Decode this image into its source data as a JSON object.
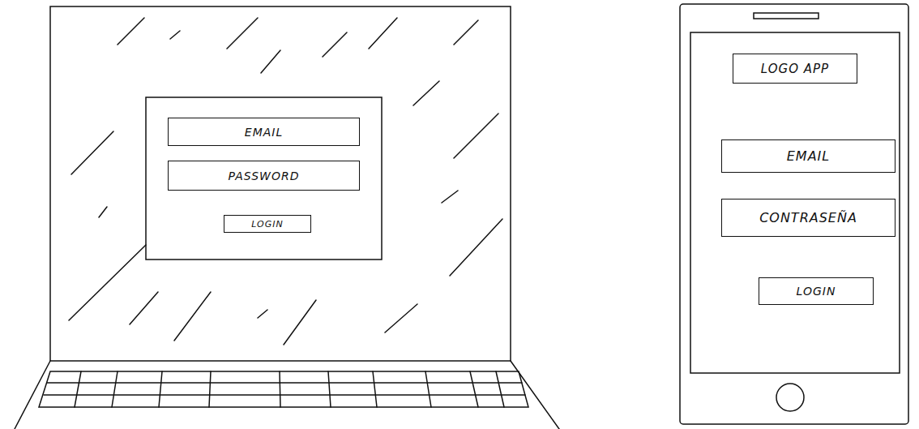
{
  "diagram": {
    "nodes": [
      {
        "text": [
          "EMAIL"
        ]
      },
      {
        "text": [
          "PASSWORD"
        ]
      },
      {
        "text": [
          "LOGIN"
        ]
      },
      {
        "text": [
          "LOGO APP"
        ]
      },
      {
        "text": [
          "EMAIL"
        ]
      },
      {
        "text": [
          "CONTRASEÑA"
        ]
      },
      {
        "text": [
          "LOGIN"
        ]
      }
    ]
  }
}
